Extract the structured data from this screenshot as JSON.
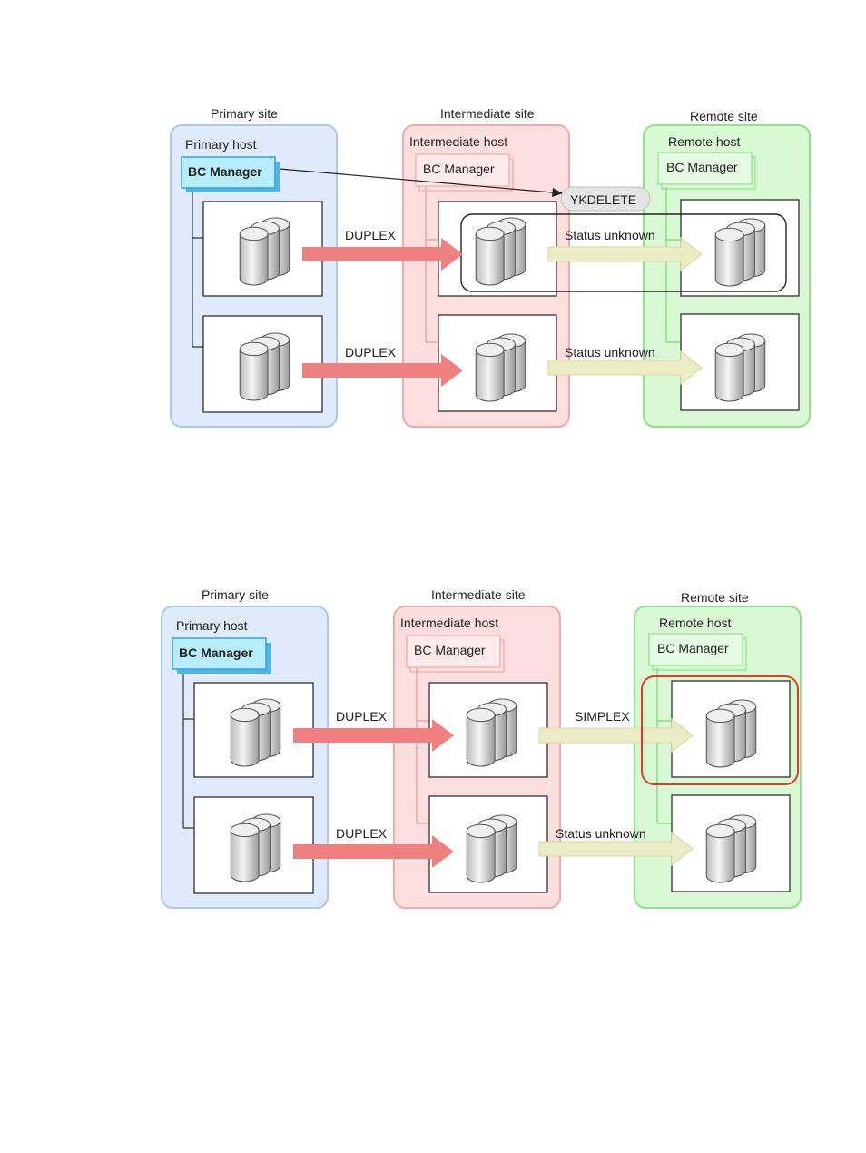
{
  "diagrams": [
    {
      "sites": {
        "primary": {
          "title": "Primary site",
          "host": "Primary host",
          "manager": "BC Manager"
        },
        "intermediate": {
          "title": "Intermediate site",
          "host": "Intermediate host",
          "manager": "BC Manager"
        },
        "remote": {
          "title": "Remote site",
          "host": "Remote host",
          "manager": "BC Manager"
        }
      },
      "command": "YKDELETE",
      "row1": {
        "left_label": "DUPLEX",
        "right_label": "Status unknown"
      },
      "row2": {
        "left_label": "DUPLEX",
        "right_label": "Status unknown"
      }
    },
    {
      "sites": {
        "primary": {
          "title": "Primary site",
          "host": "Primary host",
          "manager": "BC Manager"
        },
        "intermediate": {
          "title": "Intermediate site",
          "host": "Intermediate host",
          "manager": "BC Manager"
        },
        "remote": {
          "title": "Remote site",
          "host": "Remote host",
          "manager": "BC Manager"
        }
      },
      "row1": {
        "left_label": "DUPLEX",
        "right_label": "SIMPLEX"
      },
      "row2": {
        "left_label": "DUPLEX",
        "right_label": "Status unknown"
      }
    }
  ],
  "colors": {
    "primary_fill": "#dfeafd",
    "primary_stroke": "#a9c8f0",
    "intermediate_fill": "#fcdede",
    "intermediate_stroke": "#f2a9a9",
    "remote_fill": "#d8f8d4",
    "remote_stroke": "#8fe08a",
    "duplex_arrow": "#f08080",
    "unknown_arrow": "#ececc4",
    "highlight": "#e03a2f"
  }
}
